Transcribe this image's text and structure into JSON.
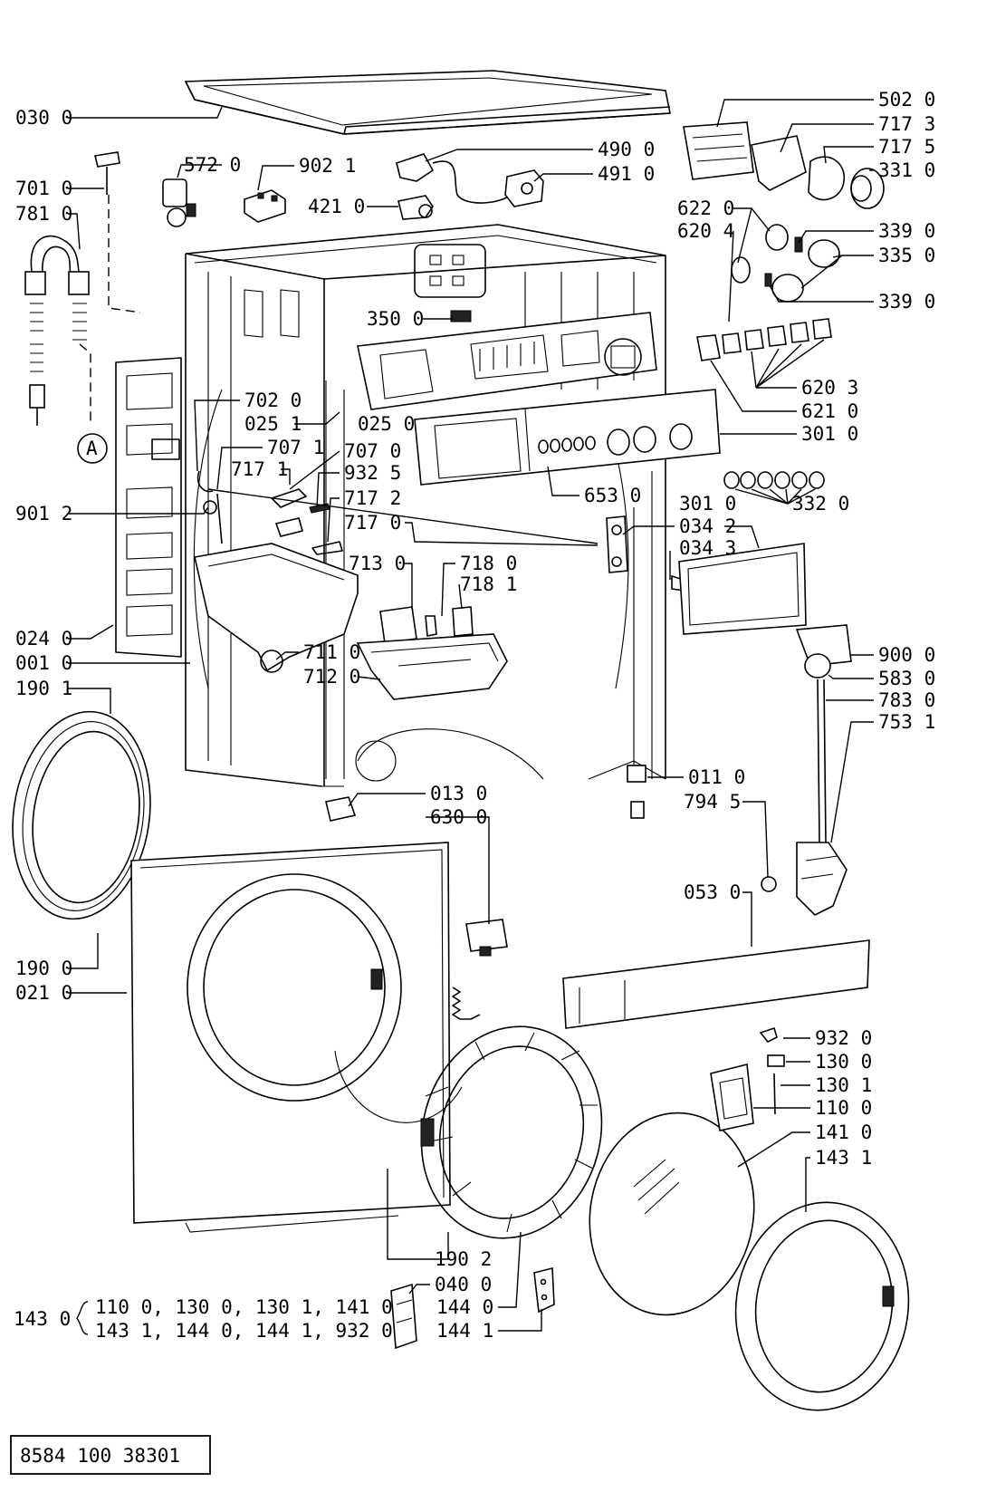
{
  "labels": {
    "l030_0": "030 0",
    "l572_0": "572 0",
    "l902_1": "902 1",
    "l490_0": "490 0",
    "l491_0": "491 0",
    "l421_0": "421 0",
    "l502_0": "502 0",
    "l717_3": "717 3",
    "l717_5": "717 5",
    "l331_0": "331 0",
    "l701_0": "701 0",
    "l781_0": "781 0",
    "l622_0": "622 0",
    "l620_4": "620 4",
    "l339_0a": "339 0",
    "l335_0": "335 0",
    "l339_0b": "339 0",
    "l350_0": "350 0",
    "l620_3": "620 3",
    "l621_0": "621 0",
    "l702_0": "702 0",
    "l025_1": "025 1",
    "l025_0": "025 0",
    "l301_0a": "301 0",
    "l707_1": "707 1",
    "l707_0": "707 0",
    "l717_1": "717 1",
    "l932_5": "932 5",
    "l901_2": "901 2",
    "l717_2": "717 2",
    "l653_0": "653 0",
    "l717_0": "717 0",
    "l332_0": "332 0",
    "l301_0b": "301 0",
    "l034_2": "034 2",
    "l713_0": "713 0",
    "l718_0": "718 0",
    "l718_1": "718 1",
    "l034_3": "034 3",
    "l024_0": "024 0",
    "l711_0": "711 0",
    "l001_0": "001 0",
    "l712_0": "712 0",
    "l900_0": "900 0",
    "l583_0": "583 0",
    "l190_1": "190 1",
    "l783_0": "783 0",
    "l753_1": "753 1",
    "l011_0": "011 0",
    "l013_0": "013 0",
    "l794_5": "794 5",
    "l630_0": "630 0",
    "l053_0": "053 0",
    "l190_0": "190 0",
    "l021_0": "021 0",
    "l932_0": "932 0",
    "l130_0": "130 0",
    "l130_1": "130 1",
    "l110_0": "110 0",
    "l141_0": "141 0",
    "l143_1": "143 1",
    "l190_2": "190 2",
    "l040_0": "040 0",
    "l144_0": "144 0",
    "l144_1": "144 1",
    "callout_a": "A"
  },
  "kit": {
    "number": "143 0",
    "line1": "110 0, 130 0, 130 1, 141 0",
    "line2": "143 1, 144 0, 144 1, 932 0"
  },
  "doc_number": "8584 100 38301"
}
